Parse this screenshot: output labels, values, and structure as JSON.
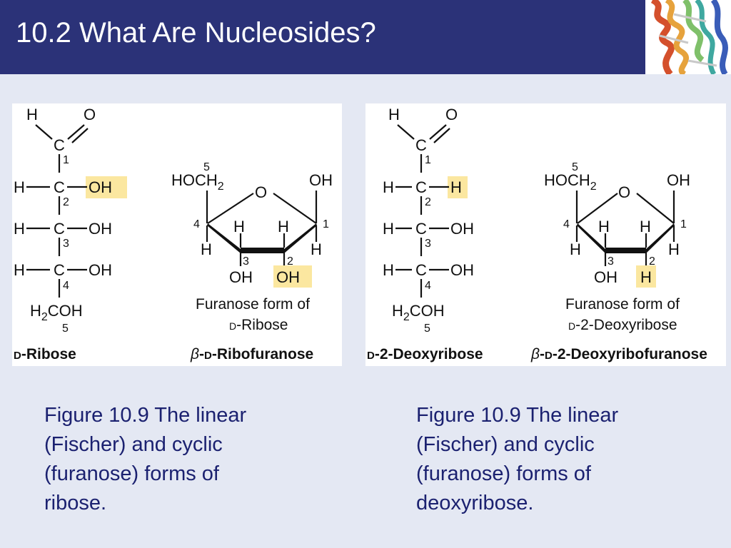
{
  "header": {
    "title": "10.2 What Are Nucleosides?"
  },
  "ribose": {
    "linear": {
      "top_h": "H",
      "top_o": "O",
      "c1": "C",
      "n1": "1",
      "r2_h": "H",
      "r2_c": "C",
      "r2_sub": "OH",
      "n2": "2",
      "r3_h": "H",
      "r3_c": "C",
      "r3_sub": "OH",
      "n3": "3",
      "r4_h": "H",
      "r4_c": "C",
      "r4_sub": "OH",
      "n4": "4",
      "c5_h": "H",
      "c5_sub2": "2",
      "c5_rest": "COH",
      "n5": "5"
    },
    "ring": {
      "n5": "5",
      "hoch": "HOCH",
      "hoch_sub": "2",
      "ring_o": "O",
      "c1_oh": "OH",
      "n4": "4",
      "n1": "1",
      "c4_h": "H",
      "c3_h": "H",
      "c2_h": "H",
      "c1_h": "H",
      "n3": "3",
      "n2": "2",
      "c3_oh": "OH",
      "c2_sub": "OH"
    },
    "caption_line1": "Furanose form of",
    "caption_prefix": "D",
    "caption_rest": "-Ribose",
    "label_linear_prefix": "D",
    "label_linear_rest": "-Ribose",
    "label_ring_beta": "β",
    "label_ring_mid": "-",
    "label_ring_prefix": "D",
    "label_ring_rest": "-Ribofuranose"
  },
  "deoxyribose": {
    "linear": {
      "top_h": "H",
      "top_o": "O",
      "c1": "C",
      "n1": "1",
      "r2_h": "H",
      "r2_c": "C",
      "r2_sub": "H",
      "n2": "2",
      "r3_h": "H",
      "r3_c": "C",
      "r3_sub": "OH",
      "n3": "3",
      "r4_h": "H",
      "r4_c": "C",
      "r4_sub": "OH",
      "n4": "4",
      "c5_h": "H",
      "c5_sub2": "2",
      "c5_rest": "COH",
      "n5": "5"
    },
    "ring": {
      "n5": "5",
      "hoch": "HOCH",
      "hoch_sub": "2",
      "ring_o": "O",
      "c1_oh": "OH",
      "n4": "4",
      "n1": "1",
      "c4_h": "H",
      "c3_h": "H",
      "c2_h": "H",
      "c1_h": "H",
      "n3": "3",
      "n2": "2",
      "c3_oh": "OH",
      "c2_sub": "H"
    },
    "caption_line1": "Furanose form of",
    "caption_prefix": "D",
    "caption_rest": "-2-Deoxyribose",
    "label_linear_prefix": "D",
    "label_linear_rest": "-2-Deoxyribose",
    "label_ring_beta": "β",
    "label_ring_mid": "-",
    "label_ring_prefix": "D",
    "label_ring_rest": "-2-Deoxyribofuranose"
  },
  "captions": {
    "left": [
      "Figure 10.9  The linear",
      "(Fischer) and cyclic",
      "(furanose) forms of",
      "ribose."
    ],
    "right": [
      "Figure 10.9  The linear",
      "(Fischer) and cyclic",
      "(furanose) forms of",
      "deoxyribose."
    ]
  },
  "colors": {
    "header_bg": "#2b3278",
    "page_bg": "#e4e8f3",
    "caption_text": "#1b2170",
    "highlight": "#fbe7a0"
  },
  "icons": {
    "header_image": "protein-ribbon-image"
  }
}
